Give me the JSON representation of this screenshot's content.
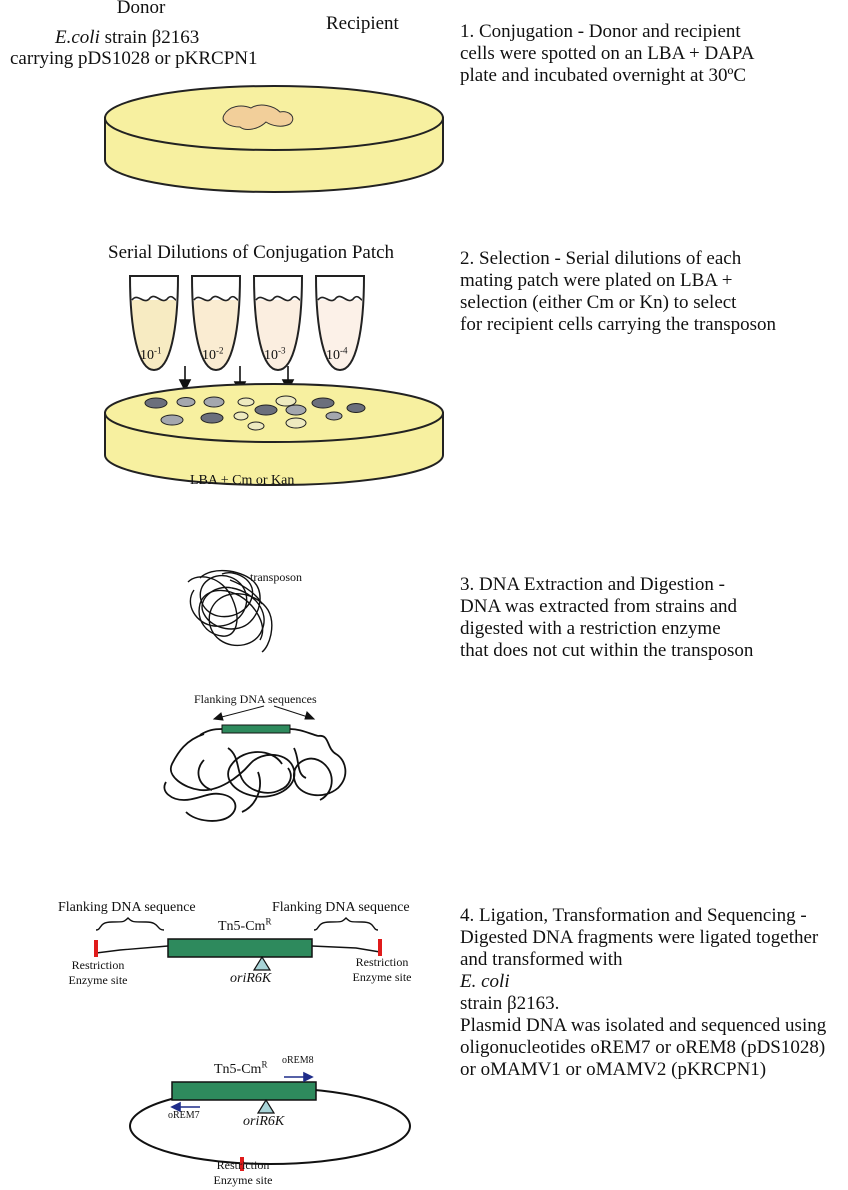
{
  "colors": {
    "plate_fill": "#f7f0a0",
    "plate_stroke": "#222222",
    "patch_fill": "#f2cf9a",
    "tube_fills": [
      "#f7ebc2",
      "#faecd2",
      "#fbeee0",
      "#fcf1e8"
    ],
    "colony_dark": "#6b6f7c",
    "colony_mid": "#a4a7ae",
    "colony_light": "#eeeac0",
    "transposon": "#2e8a5d",
    "restriction_site": "#e01b1b",
    "oriR6K_fill": "#a8d4d8",
    "primer_arrow": "#1f2d8a"
  },
  "section1": {
    "donor": "Donor",
    "strain_prefix": "E.coli",
    "strain_suffix": "strain  β2163",
    "carrying": "carrying pDS1028 or pKRCPN1",
    "recipient": "Recipient"
  },
  "section2": {
    "title": "Serial Dilutions of Conjugation Patch",
    "dilutions": [
      {
        "base": "10",
        "exp": "-1"
      },
      {
        "base": "10",
        "exp": "-2"
      },
      {
        "base": "10",
        "exp": "-3"
      },
      {
        "base": "10",
        "exp": "-4"
      }
    ],
    "plate_label": "LBA + Cm or Kan"
  },
  "section3": {
    "transposon": "transposon",
    "flanking": "Flanking DNA sequences"
  },
  "section4": {
    "flank_left": "Flanking DNA sequence",
    "flank_right": "Flanking DNA sequence",
    "tn_base": "Tn5-Cm",
    "tn_sup": "R",
    "re_site_line1": "Restriction",
    "re_site_line2": "Enzyme site",
    "ori": "oriR6K",
    "primer_fwd": "oREM8",
    "primer_rev": "oREM7"
  },
  "steps": [
    {
      "lines": [
        "1. Conjugation - Donor and recipient",
        "cells were spotted on an LBA + DAPA",
        "plate and incubated overnight at 30ºC"
      ]
    },
    {
      "lines": [
        "2. Selection - Serial dilutions of each",
        "mating patch were plated on LBA +",
        "selection (either Cm or Kn) to select",
        "for recipient cells carrying the transposon"
      ]
    },
    {
      "lines": [
        "3. DNA Extraction and Digestion -",
        "DNA was extracted from strains and",
        "digested with a  restriction enzyme",
        "that does not cut within the transposon"
      ]
    },
    {
      "line1": "4. Ligation, Transformation and Sequencing -",
      "line2": "Digested DNA fragments were ligated together",
      "line3_prefix": "and transformed with",
      "line3_italic": "E. coli",
      "line3_suffix": "strain β2163.",
      "line4": "Plasmid DNA was isolated and sequenced using",
      "line5": "oligonucleotides oREM7 or oREM8 (pDS1028)",
      "line6": "or oMAMV1 or oMAMV2 (pKRCPN1)"
    }
  ]
}
